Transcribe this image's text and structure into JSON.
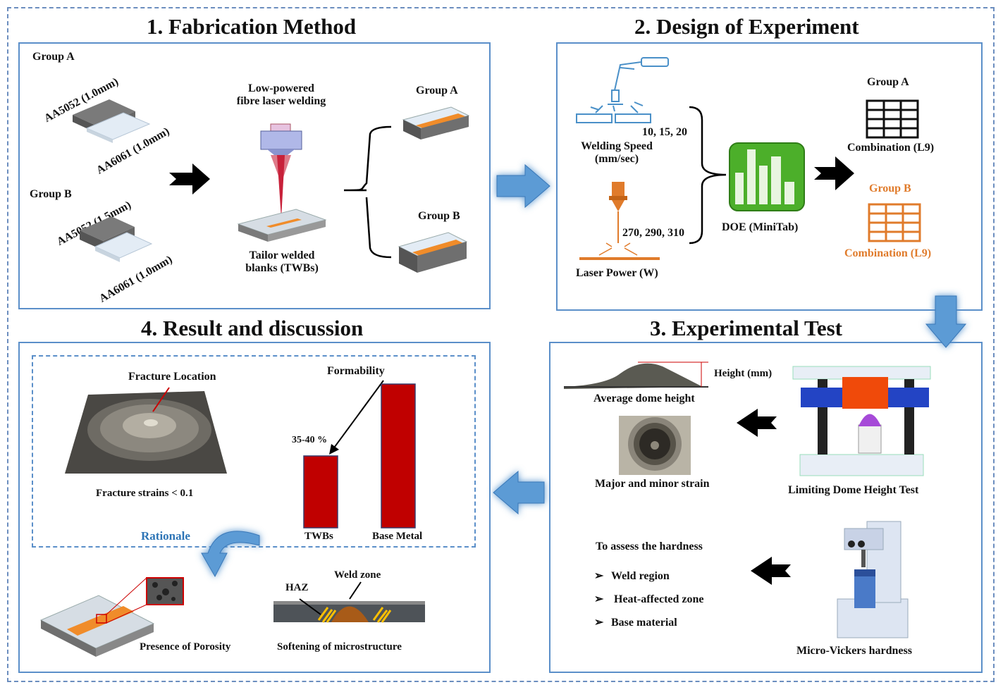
{
  "colors": {
    "panel_border": "#5b8fc9",
    "flow_arrow": "#5b9bd5",
    "weld_orange": "#f08c2a",
    "group_b_orange": "#e07b2b",
    "bar_red": "#c00000",
    "rationale_blue": "#2e75b6",
    "minitab_green": "#4caf2a"
  },
  "sections": {
    "s1": "1. Fabrication Method",
    "s2": "2. Design of Experiment",
    "s3": "3. Experimental Test",
    "s4": "4. Result and discussion"
  },
  "fabrication": {
    "group_a": "Group A",
    "group_b": "Group B",
    "a_top_sheet": "AA5052 (1.0mm)",
    "a_bottom_sheet": "AA6061 (1.0mm)",
    "b_top_sheet": "AA5052 (1.5mm)",
    "b_bottom_sheet": "AA6061 (1.0mm)",
    "laser_title": "Low-powered\nfibre laser welding",
    "twb_label": "Tailor welded\nblanks (TWBs)",
    "out_group_a": "Group A",
    "out_group_b": "Group B"
  },
  "doe": {
    "speed_values": "10, 15, 20",
    "speed_label": "Welding Speed\n(mm/sec)",
    "power_values": "270, 290, 310",
    "power_label": "Laser Power (W)",
    "doe_label": "DOE (MiniTab)",
    "group_a": "Group A",
    "combination_a": "Combination (L9)",
    "group_b": "Group B",
    "combination_b": "Combination (L9)"
  },
  "experimental": {
    "height_label": "Height (mm)",
    "dome_height": "Average dome height",
    "strain": "Major and minor strain",
    "ldh_test": "Limiting Dome Height Test",
    "hardness_title": "To assess the hardness",
    "hardness_items": [
      "Weld region",
      "Heat-affected zone",
      "Base material"
    ],
    "bullet_glyph": "➢",
    "vickers": "Micro-Vickers hardness"
  },
  "results": {
    "fracture_location": "Fracture Location",
    "fracture_strain": "Fracture strains < 0.1",
    "formability": "Formability",
    "percent_label": "35-40 %",
    "bar_twb": "TWBs",
    "bar_base": "Base Metal",
    "rationale": "Rationale",
    "porosity": "Presence of Porosity",
    "haz": "HAZ",
    "weld_zone": "Weld zone",
    "softening": "Softening of microstructure"
  },
  "chart_data": {
    "type": "bar",
    "categories": [
      "TWBs",
      "Base Metal"
    ],
    "values": [
      0.5,
      1.0
    ],
    "title": "Formability",
    "xlabel": "",
    "ylabel": "",
    "annotation": "35-40 %"
  }
}
